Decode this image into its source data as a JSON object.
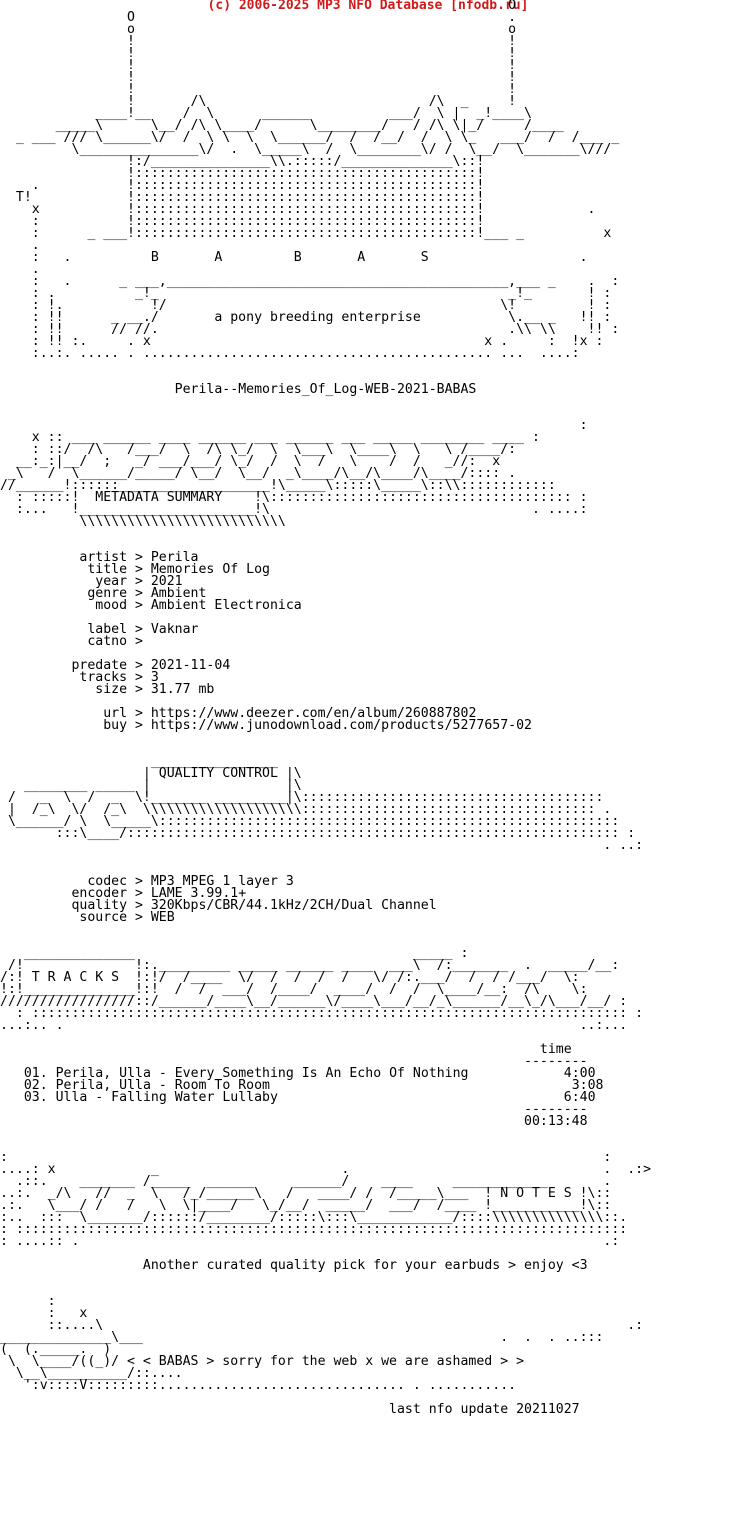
{
  "header": {
    "credit": "(c) 2006-2025 MP3 NFO Database [nfodb.ru]",
    "color": "#d11a1a"
  },
  "nfo": {
    "logo_art": "                                                                O\n                O                                               .\n                o                                               o\n                !                                               !\n                !                                               !\n                !                                               !\n                !                                               !\n                !                                               !\n                !       /\\                            /\\  _     !\n            ____!__    /  \\      ______          ___/  \\ |  _!____\\\n       _____\\      \\__/ /\\ \\____/      \\________/   / /\\ \\|_/     /____\n  _ ___ /// \\______\\/  /  \\ \\  \\  \\______/  /  /__/  /  \\ \\_   ___/  /  /___ _\n         \\_______________\\/  .  \\_____\\  /  \\________\\/ /  \\__/  \\_______\\///\n                !:/_______________\\\\.:::::/______________\\::!\n                !:::::::::::::::::::::::::::::::::::::::::::!\n    .           !:::::::::::::::::::::::::::::::::::::::::::!\n  T!            !:::::::::::::::::::::::::::::::::::::::::::!\n    x           !:::::::::::::::::::::::::::::::::::::::::::!             .\n    :           !:::::::::::::::::::::::::::::::::::::::::::!\n    :      _ ___!:::::::::::::::::::::::::::::::::::::::::::!___ _          x\n    .\n    :   .          B       A         B       A       S                   .\n    .\n    :   .      _ ___,___________________________________________,___ _    .  :\n    : .          _!_                                            _!_       ! :\n    : !.           !/                                          \\!         ! :\n    : !!      _ __./       a pony breeding enterprise           \\.__ _   !! :\n    : !!      // //.                                            .\\\\ \\\\    !! :\n    : !! :.     . x                                          x .     :  !x :\n    :..:. ..... . ............................................ ...  ....:",
    "release_name": "Perila--Memories_Of_Log-WEB-2021-BABAS",
    "metadata_art": "                                                                         :\n    x :: ___ ______ ____ ______ ___ ______ ___ _____ ________ ____ :\n    : ::/  /\\   /___/  \\  /\\ \\_/  \\  \\___\\  \\____\\  \\   \\ /____/:\n  __:_:|__/  ;   _/ ___/___/ \\_/  /  \\  /   \\    /  /   _//:  x\n _\\   /  \\______/_____/ \\__/  \\__/  _\\____/\\__/\\____/\\____/:::: .\n//______!::::::___________________!\\_____\\:::::\\_____\\::\\\\::::::::::::\n  : :::::!  METADATA SUMMARY    !\\:::::::::::::::::::::::::::::::::::::: :\n  :...   !______________________!\\                                 . ....:\n          \\\\\\\\\\\\\\\\\\\\\\\\\\\\\\\\\\\\\\\\\\\\\\\\\\\\",
    "quality_art": "                   ________________\n                  | QUALITY CONTROL |\\\n   ________ _____ |                 |\\\n /   _  \\  /  _  \\!_______ _________|\\::::::::::::::::::::::::::::::::::::::\n |  /_\\  \\/  /_\\  \\\\\\\\\\\\\\\\\\\\\\\\\\\\\\\\\\\\\\\\::::::::::::::::::::::::::::::::::::: .\n \\______/ \\  \\_____\\::::::::::::::::::::::::::::::::::::::::::::::::::::::::::\n       :::\\____/:::::::::::::::::::::::::::::::::::::::::::::::::::::::::::::: :\n                                                                            . ..:",
    "tracks_art": "   ______________                                   _____ :\n /!              !:._________ _____ ______ ____  ___\\  /:_______  .  _____/__:\n/:! T R A C K S  !:!/  /____  \\/  /  /  /  /   \\/ /:.___/  /  / /___/  \\:\n!:!______________!:!  /  /  ___/  /____/  ____/  /  /  \\____/__:  /\\    \\:\n/////////////////::/______/____\\__/______\\/____\\___/__/_\\______/__\\_/\\___/__/ :\n  : ::::::::::::::::::::::::::::::::::::::::::::::::::::::::::::::::::::::::::: :\n...:.. .                                                                 ..:...",
    "notes_art": ":                                                                           :\n....: x            _                       .                                .  .:>\n  .::.    _______ /_____  ______     ______/    ____     ____________       .\n..:.  _/\\   //  _  \\   /_/______\\   /   ____/ /  /_____\\___  ! N O T E S !\\::\n.:.   \\___/ /   /   \\  \\|____/   \\_/__/  _____/  ___/  /____ !___________!\\::\n:..  :::  \\_______/::::::/________/:::::\\:::\\____________/::::\\\\\\\\\\\\\\\\\\\\\\\\\\\\::.\n: :::::::::::::::::::::::::::::::::::::::::::::::::::::::::::::::::::::::::::::\n: ....:: .                                                                  .:",
    "footer_art": "      :\n      :   x\n      ::....\\                                                                  .:\n______________\\___                                             .  .  . ..:::\n(  (._____.  )\n \\  \\____/((_)/ < < BABAS > sorry for the web x we are ashamed > >\n  \\__\\__________/::....\n   ':v::::V:::::::::............................... . ..........."
  },
  "metadata": {
    "artist": "Perila",
    "title": "Memories Of Log",
    "year": "2021",
    "genre": "Ambient",
    "mood": "Ambient Electronica",
    "label": "Vaknar",
    "catno": "",
    "predate": "2021-11-04",
    "tracks": "3",
    "size": "31.77 mb",
    "url": "https://www.deezer.com/en/album/260887802",
    "buy": "https://www.junodownload.com/products/5277657-02"
  },
  "quality": {
    "codec": "MP3 MPEG 1 layer 3",
    "encoder": "LAME 3.99.1+",
    "quality": "320Kbps/CBR/44.1kHz/2CH/Dual Channel",
    "source": "WEB"
  },
  "tracklist": {
    "time_header": "time",
    "tracks": [
      {
        "num": "01.",
        "title": "Perila, Ulla - Every Something Is An Echo Of Nothing",
        "time": "4:00"
      },
      {
        "num": "02.",
        "title": "Perila, Ulla - Room To Room",
        "time": "3:08"
      },
      {
        "num": "03.",
        "title": "Ulla - Falling Water Lullaby",
        "time": "6:40"
      }
    ],
    "total": "00:13:48"
  },
  "notes": {
    "text": "Another curated quality pick for your earbuds > enjoy <3"
  },
  "footer": {
    "last_update": "last nfo update 20211027"
  }
}
